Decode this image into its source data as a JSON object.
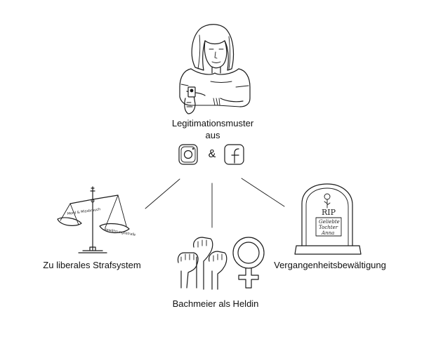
{
  "center": {
    "title_line1": "Legitimationsmuster",
    "title_line2": "aus",
    "connector": "&",
    "icons": [
      "instagram-icon",
      "facebook-icon"
    ]
  },
  "branches": {
    "left": {
      "label": "Zu liberales Strafsystem",
      "icon": "scales-icon"
    },
    "middle": {
      "label": "Bachmeier als Heldin",
      "icon": "fists-and-female-symbol-icon"
    },
    "right": {
      "label": "Vergangenheitsbewältigung",
      "icon": "gravestone-icon"
    }
  },
  "scale_pans": {
    "left": "Mord & Missbrauch",
    "right": "Bewährungsstrafe"
  },
  "gravestone": {
    "rip": "RIP",
    "line1": "Geliebte",
    "line2": "Tochter",
    "line3": "Anna"
  },
  "colors": {
    "ink": "#1a1a1a",
    "background": "#ffffff"
  }
}
